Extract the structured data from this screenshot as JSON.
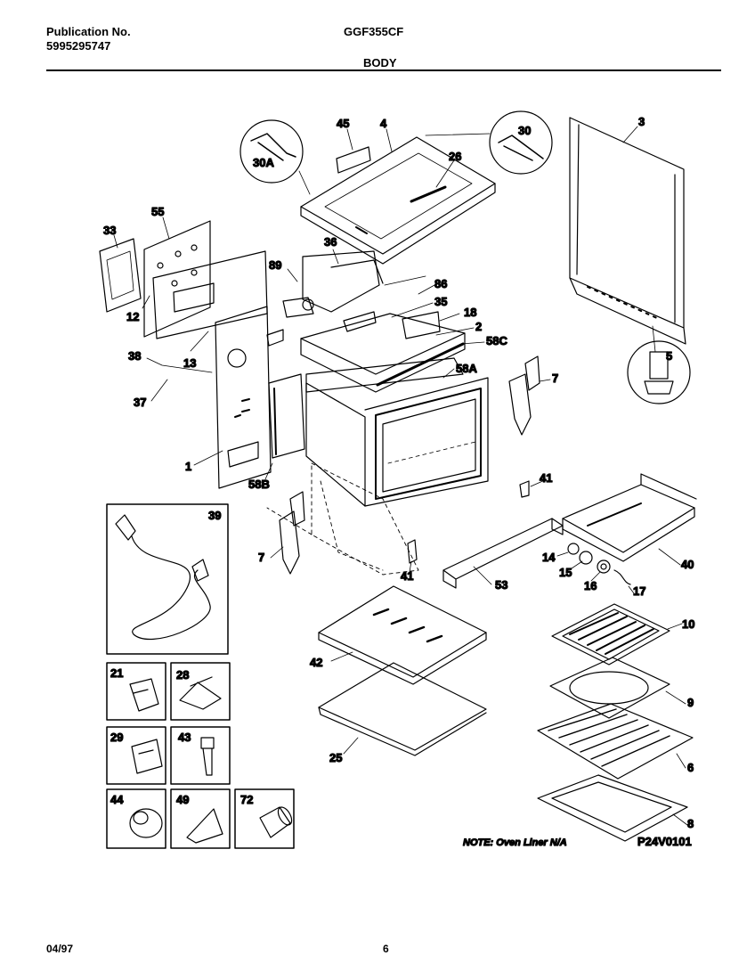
{
  "header": {
    "publication_label": "Publication No.",
    "publication_number": "5995295747",
    "model": "GGF355CF",
    "section": "BODY"
  },
  "callouts": {
    "c1": "1",
    "c2": "2",
    "c3": "3",
    "c4": "4",
    "c5": "5",
    "c6": "6",
    "c7a": "7",
    "c7b": "7",
    "c8": "8",
    "c9": "9",
    "c10": "10",
    "c12": "12",
    "c13": "13",
    "c14": "14",
    "c15": "15",
    "c16": "16",
    "c17": "17",
    "c18": "18",
    "c25": "25",
    "c26": "26",
    "c30": "30",
    "c30A": "30A",
    "c33": "33",
    "c35": "35",
    "c36": "36",
    "c37": "37",
    "c38": "38",
    "c39": "39",
    "c40": "40",
    "c41a": "41",
    "c41b": "41",
    "c42": "42",
    "c45": "45",
    "c53": "53",
    "c55": "55",
    "c58A": "58A",
    "c58B": "58B",
    "c58C": "58C",
    "c86": "86",
    "c89": "89",
    "b21": "21",
    "b28": "28",
    "b29": "29",
    "b43": "43",
    "b44": "44",
    "b49": "49",
    "b72": "72"
  },
  "note": "NOTE: Oven Liner N/A",
  "figure_code": "P24V0101",
  "footer": {
    "date": "04/97",
    "page": "6"
  }
}
